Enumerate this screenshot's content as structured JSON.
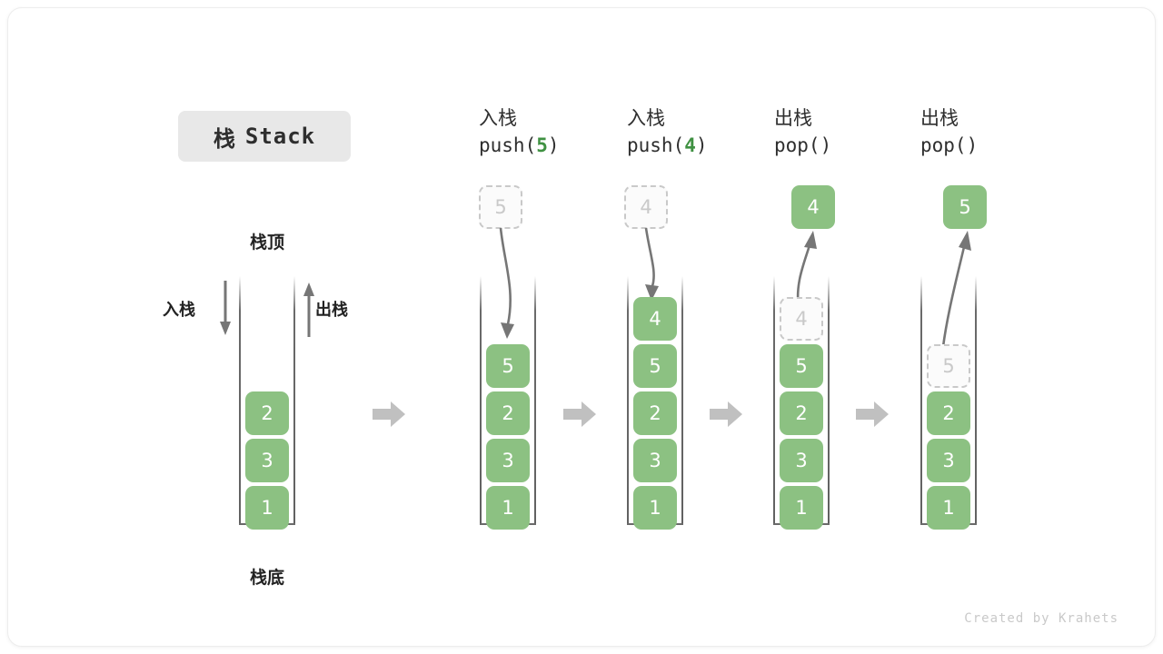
{
  "title": {
    "cn": "栈",
    "en": "Stack"
  },
  "labels": {
    "top": "栈顶",
    "bottom": "栈底",
    "push_side": "入栈",
    "pop_side": "出栈"
  },
  "colors": {
    "cell_green": "#8cc182",
    "accent_green": "#3f9142",
    "ghost_border": "#c9c9c9",
    "ghost_text": "#c9c9c9",
    "arrow_gray": "#767676",
    "separator_gray": "#c0c0c0",
    "badge_bg": "#e8e8e8",
    "text_dark": "#2e2e2e"
  },
  "steps": [
    {
      "id": "initial",
      "caption_cn": "",
      "caption_code": "",
      "caption_arg": "",
      "stack": [
        "2",
        "3",
        "1"
      ],
      "ghost_index": -1,
      "floating": null
    },
    {
      "id": "push5",
      "caption_cn": "入栈",
      "caption_code_pre": "push(",
      "caption_arg": "5",
      "caption_code_post": ")",
      "stack": [
        "5",
        "2",
        "3",
        "1"
      ],
      "ghost_index": -1,
      "floating": {
        "value": "5",
        "kind": "ghost",
        "direction": "down"
      }
    },
    {
      "id": "push4",
      "caption_cn": "入栈",
      "caption_code_pre": "push(",
      "caption_arg": "4",
      "caption_code_post": ")",
      "stack": [
        "4",
        "5",
        "2",
        "3",
        "1"
      ],
      "ghost_index": -1,
      "floating": {
        "value": "4",
        "kind": "ghost",
        "direction": "down"
      }
    },
    {
      "id": "pop1",
      "caption_cn": "出栈",
      "caption_code_pre": "pop(",
      "caption_arg": "",
      "caption_code_post": ")",
      "stack": [
        "4",
        "5",
        "2",
        "3",
        "1"
      ],
      "ghost_index": 0,
      "floating": {
        "value": "4",
        "kind": "solid",
        "direction": "up"
      }
    },
    {
      "id": "pop2",
      "caption_cn": "出栈",
      "caption_code_pre": "pop(",
      "caption_arg": "",
      "caption_code_post": ")",
      "stack": [
        "5",
        "2",
        "3",
        "1"
      ],
      "ghost_index": 0,
      "floating": {
        "value": "5",
        "kind": "solid",
        "direction": "up"
      }
    }
  ],
  "footer": "Created by Krahets"
}
